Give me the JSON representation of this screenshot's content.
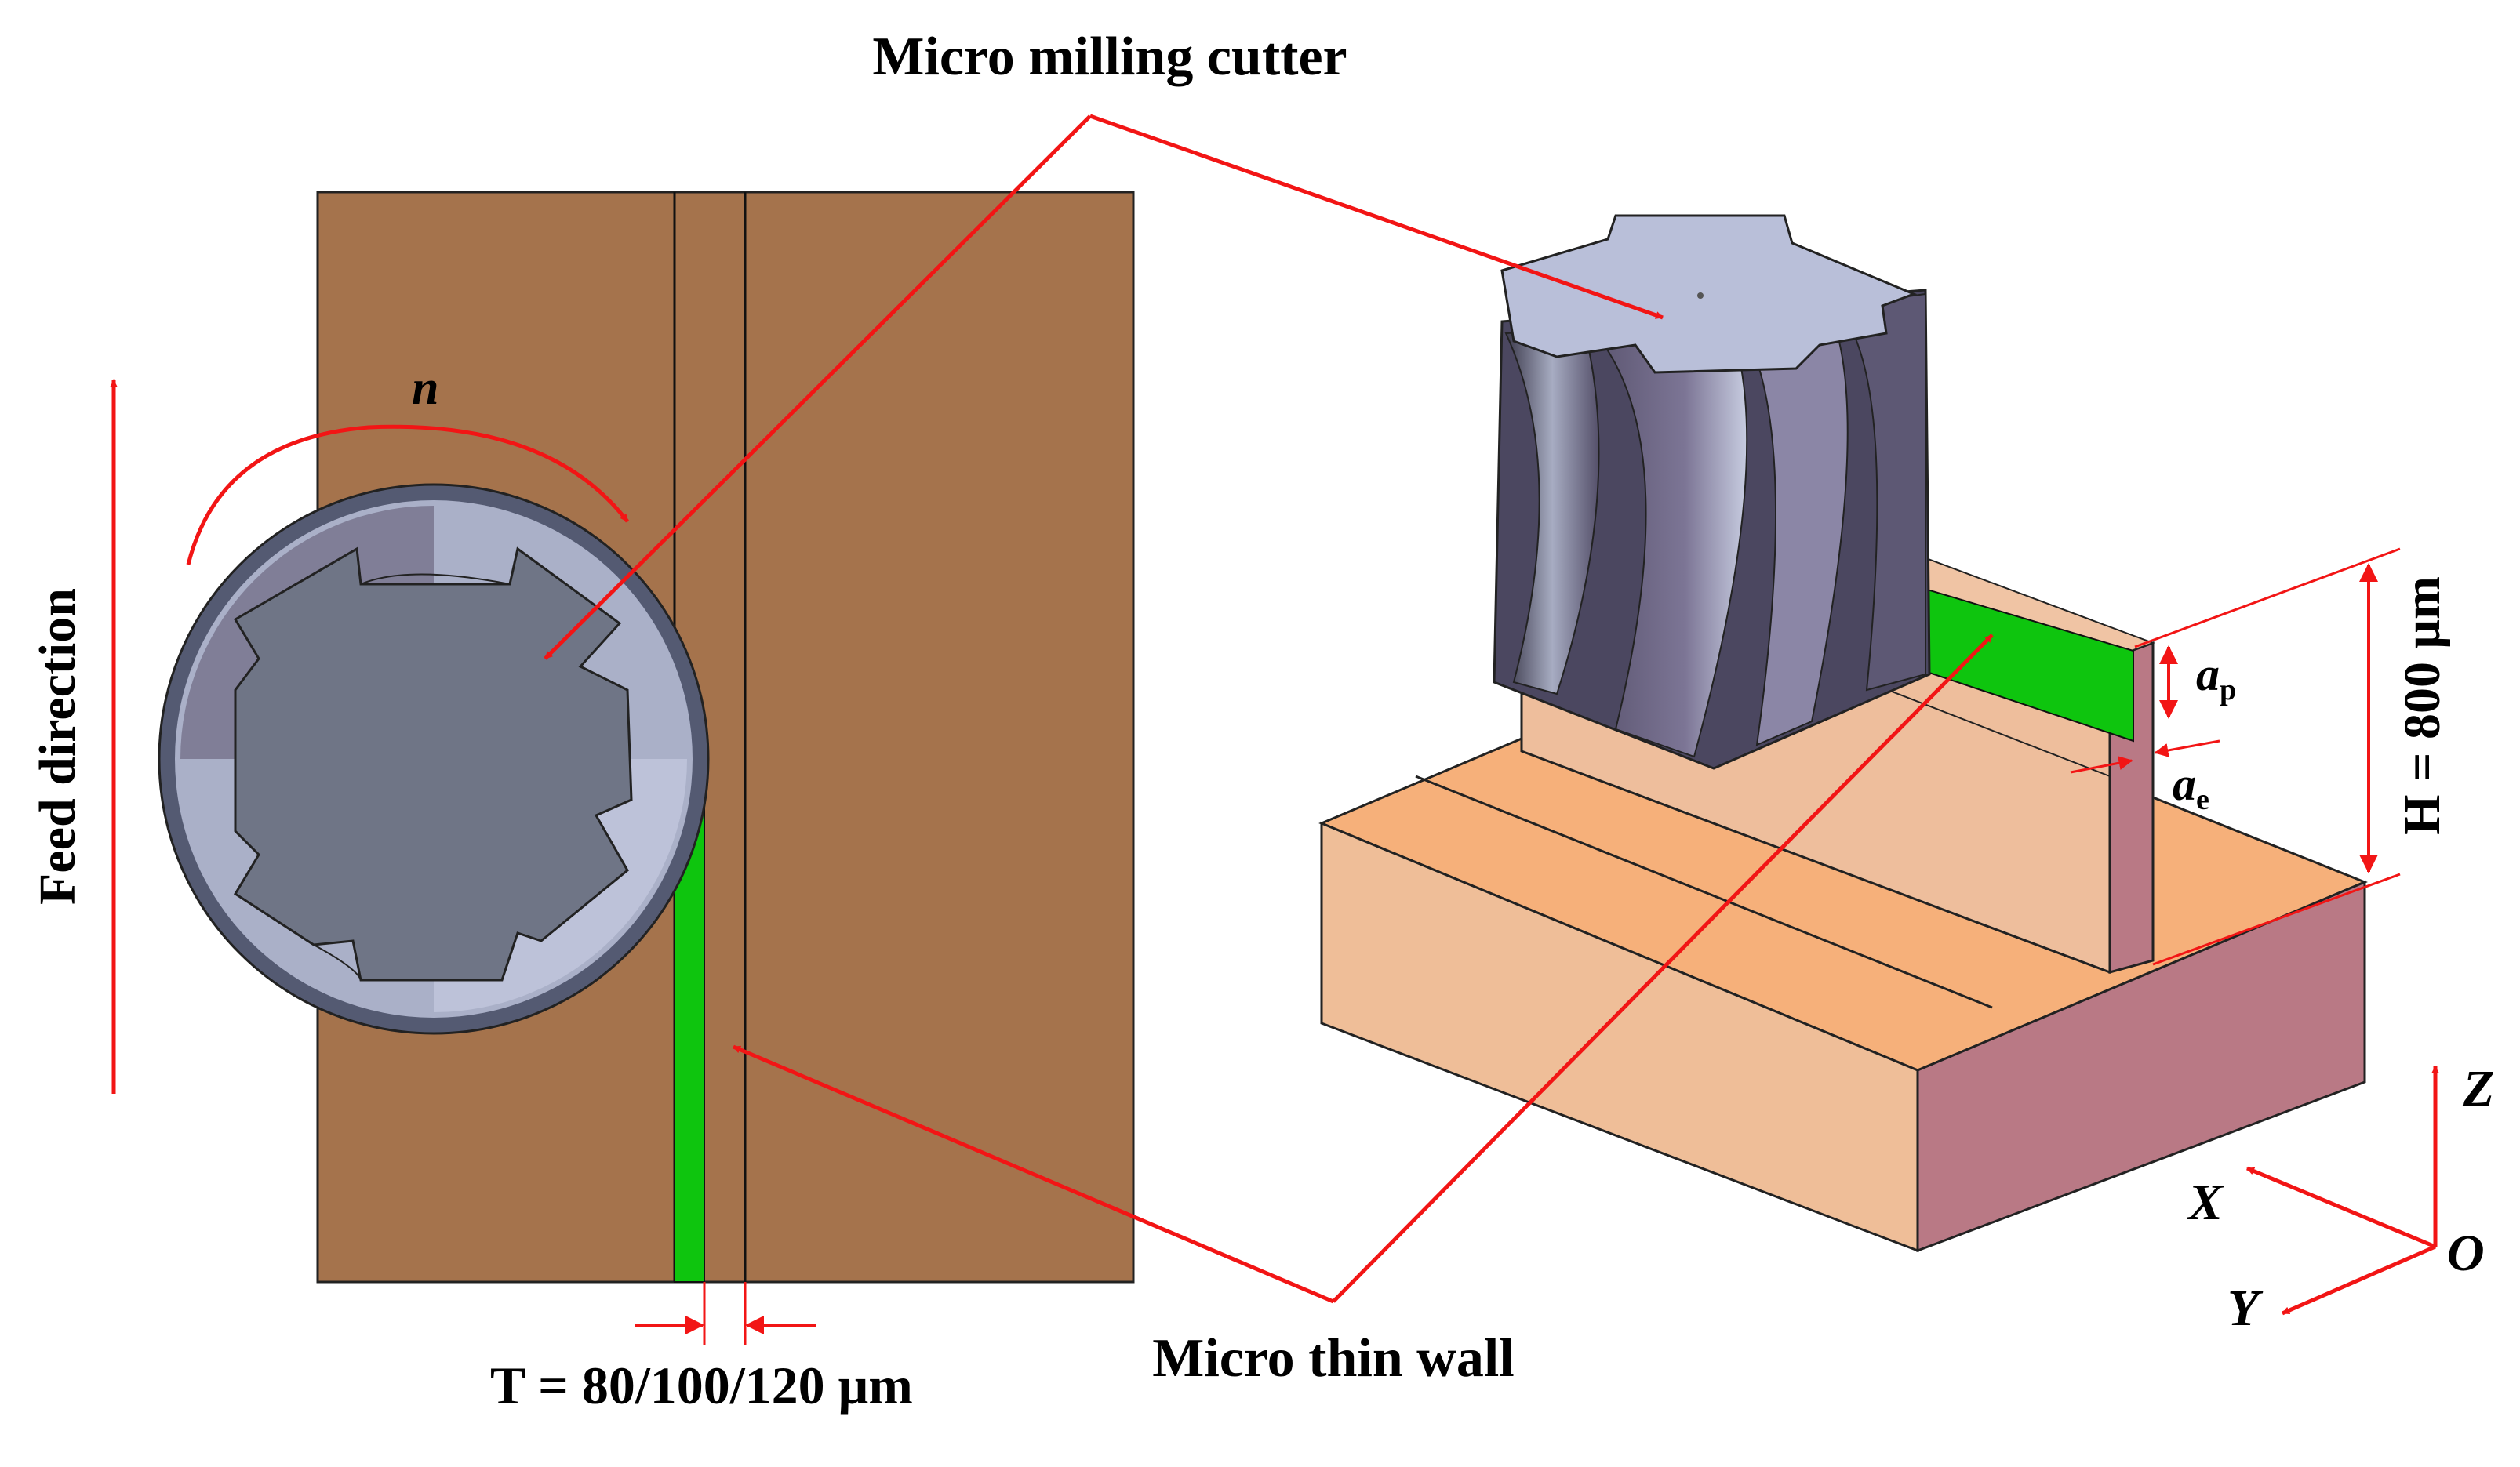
{
  "labels": {
    "cutter": "Micro milling cutter",
    "thin_wall": "Micro thin wall",
    "feed": "Feed direction",
    "rotation": "n",
    "thickness": "T = 80/100/120 μm",
    "height": "H = 800 μm",
    "ap_main": "a",
    "ap_sub": "p",
    "ae_main": "a",
    "ae_sub": "e",
    "axis_z": "Z",
    "axis_x": "X",
    "axis_y": "Y",
    "axis_o": "O"
  },
  "colors": {
    "workpiece_top": "#a5734c",
    "wall_green": "#0ec50e",
    "cutter_face": "#6f7586",
    "cutter_light": "#b9bfd9",
    "cutter_dark": "#4b4760",
    "block_top": "#f6b07a",
    "block_front": "#efbe98",
    "block_side": "#b97985",
    "wall_front": "#eebe9c",
    "arrow_red": "#f21515"
  }
}
